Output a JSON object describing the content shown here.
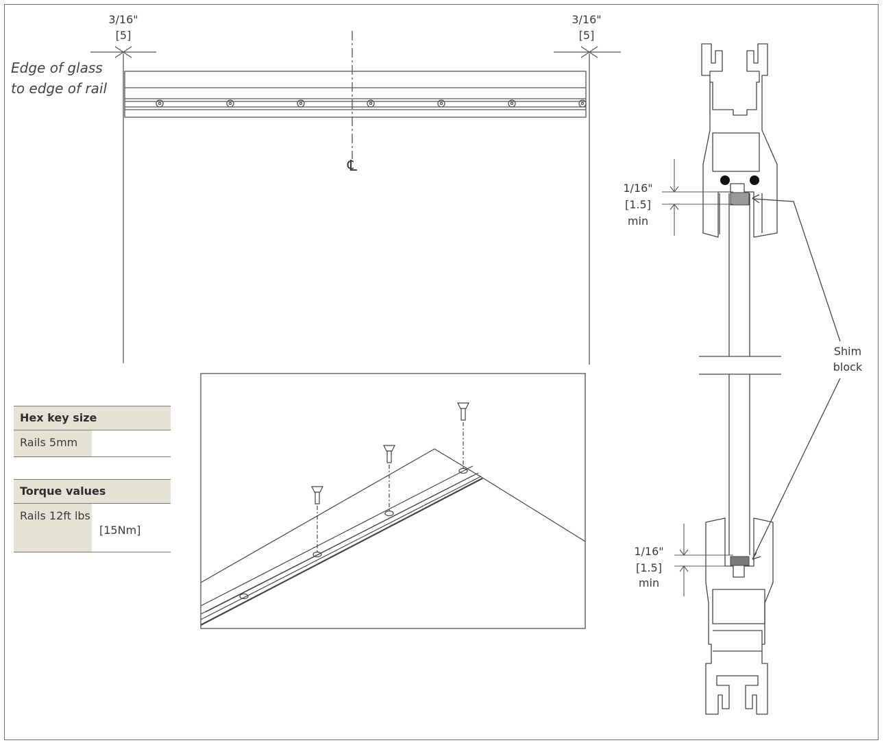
{
  "dimensions": {
    "left_fraction": "3/16\"",
    "left_metric": "[5]",
    "right_fraction": "3/16\"",
    "right_metric": "[5]",
    "edge_label_line1": "Edge of glass",
    "edge_label_line2": "to edge of rail",
    "centerline_symbol": "℄"
  },
  "section_view": {
    "top_gap_fraction": "1/16\"",
    "top_gap_metric": "[1.5]",
    "top_gap_min": "min",
    "bottom_gap_fraction": "1/16\"",
    "bottom_gap_metric": "[1.5]",
    "bottom_gap_min": "min",
    "shim_label_line1": "Shim",
    "shim_label_line2": "block"
  },
  "hex_key_table": {
    "header": "Hex key size",
    "row": "Rails 5mm"
  },
  "torque_table": {
    "header": "Torque values",
    "row_line1": "Rails 12ft lbs",
    "row_line2": "[15Nm]"
  },
  "colors": {
    "line": "#555555",
    "table_fill": "#e6e2d6",
    "shim_fill": "#9a9a9a",
    "seal_fill": "#111111"
  }
}
